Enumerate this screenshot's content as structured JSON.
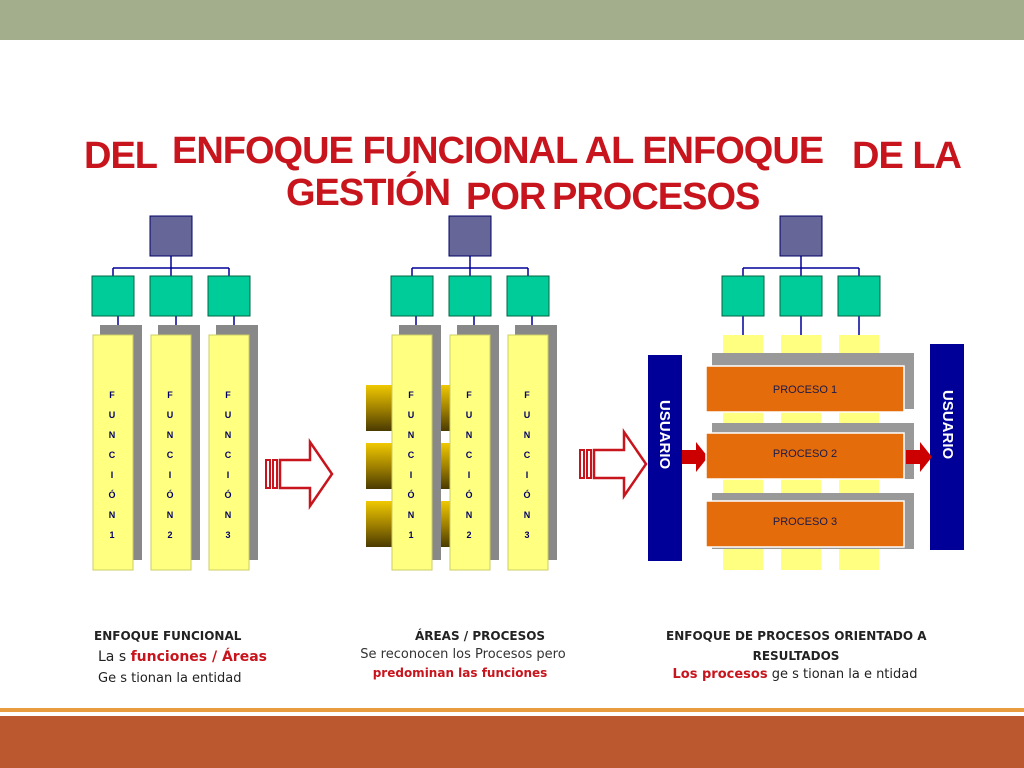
{
  "title": {
    "del": "DEL",
    "line1": "ENFOQUE FUNCIONAL AL ENFOQUE",
    "de_la": "DE LA",
    "gestion": "GESTIÓN",
    "por": "POR",
    "procesos": "PROCESOS"
  },
  "diagram1": {
    "functions": [
      "F U N C I Ó N  1",
      "F U N C I Ó N  2",
      "F U N C I Ó N  3"
    ]
  },
  "diagram2": {
    "functions": [
      "F U N C I Ó N  1",
      "F U N C I Ó N  2",
      "F U N C I Ó N  3"
    ]
  },
  "diagram3": {
    "user_left": "USUARIO",
    "user_right": "USUARIO",
    "processes": [
      "PROCESO 1",
      "PROCESO 2",
      "PROCESO 3"
    ]
  },
  "captions": {
    "c1": {
      "title": "ENFOQUE FUNCIONAL",
      "line1_prefix": "La s",
      "line1_highlight": "funciones / Áreas",
      "line2": "Ge s tionan la entidad"
    },
    "c2": {
      "title": "ÁREAS / PROCESOS",
      "line1": "Se reconocen los Procesos pero",
      "line2": "predominan  las funciones"
    },
    "c3": {
      "title1": "ENFOQUE DE PROCESOS ORIENTADO A",
      "title2": "RESULTADOS",
      "line_highlight": "Los procesos",
      "line_rest": "ge s tionan la e ntidad"
    }
  },
  "colors": {
    "top_box": "#666699",
    "mid_box": "#00cc99",
    "column": "#ffff80",
    "process": "#e46c0a",
    "user": "#000099",
    "title": "#c8141c"
  }
}
